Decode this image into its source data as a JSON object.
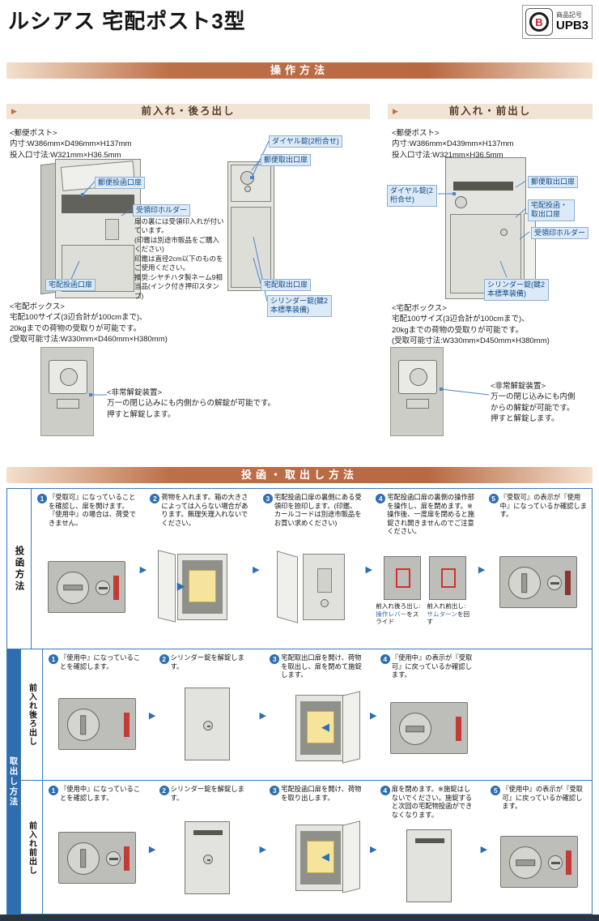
{
  "header": {
    "title": "ルシアス 宅配ポスト3型",
    "badge_label": "商品記号",
    "badge_code": "UPB3",
    "badge_logo": "B"
  },
  "op_title": "操作方法",
  "usage_title": "投函・取出し方法",
  "icons": {
    "section_arrow": "▶",
    "step_arrow": "▶",
    "insert_arrow": "▶",
    "eject_arrow": "◀"
  },
  "colors": {
    "accent_orange": "#b96942",
    "header_beige": "#f2e4d4",
    "blue": "#2e6eb0",
    "label_blue_bg": "#dce9f6",
    "status_red": "#c23b34",
    "package_yellow": "#f6e49c"
  },
  "rear": {
    "title": "前入れ・後ろ出し",
    "post_head": "<郵便ポスト>",
    "post_line1": "内寸:W386mm×D496mm×H137mm",
    "post_line2": "投入口寸法:W321mm×H36.5mm",
    "lbl_dial": "ダイヤル錠(2桁合せ)",
    "lbl_mail_out": "郵便取出口扉",
    "lbl_mail_in": "郵便投函口扉",
    "lbl_stamp": "受領印ホルダー",
    "lbl_parcel_in": "宅配投函口扉",
    "lbl_parcel_out": "宅配取出口扉",
    "lbl_cylinder": "シリンダー錠(鍵2本標準装備)",
    "stamp_note1": "扉の裏には受領印入れが付いています。",
    "stamp_note2": "(印鑑は別途市販品をご購入ください)",
    "stamp_note3": "印鑑は直径2cm以下のものをご使用ください。",
    "stamp_note4": "推奨:シヤチハタ製ネーム9相当品(インク付き押印スタンプ)",
    "box_head": "<宅配ボックス>",
    "box_line1": "宅配100サイズ(3辺合計が100cmまで)、",
    "box_line2": "20kgまでの荷物の受取りが可能です。",
    "box_line3": "(受取可能寸法:W330mm×D460mm×H380mm)",
    "em_head": "<非常解錠装置>",
    "em_line1": "万一の閉じ込みにも内側からの解錠が可能です。",
    "em_line2": "押すと解錠します。"
  },
  "front": {
    "title": "前入れ・前出し",
    "post_head": "<郵便ポスト>",
    "post_line1": "内寸:W386mm×D439mm×H137mm",
    "post_line2": "投入口寸法:W321mm×H36.5mm",
    "lbl_dial": "ダイヤル錠(2桁合せ)",
    "lbl_mail_out": "郵便取出口扉",
    "lbl_parcel_door": "宅配投函・取出口扉",
    "lbl_stamp": "受領印ホルダー",
    "lbl_cylinder": "シリンダー錠(鍵2本標準装備)",
    "box_head": "<宅配ボックス>",
    "box_line1": "宅配100サイズ(3辺合計が100cmまで)、",
    "box_line2": "20kgまでの荷物の受取りが可能です。",
    "box_line3": "(受取可能寸法:W330mm×D450mm×H380mm)",
    "em_head": "<非常解錠装置>",
    "em_line1": "万一の閉じ込みにも内側",
    "em_line2": "からの解錠が可能です。",
    "em_line3": "押すと解錠します。"
  },
  "table": {
    "post_label": "投函方法",
    "retrieve_label": "取出し方法",
    "rear_row_label": "前入れ後ろ出し",
    "front_row_label": "前入れ前出し",
    "post_steps": [
      {
        "num": "1",
        "text": "『受取可』になっていることを確認し、扉を開けます。『使用中』の場合は、荷受できません。"
      },
      {
        "num": "2",
        "text": "荷物を入れます。箱の大きさによっては入らない場合があります。無理矢理入れないでください。"
      },
      {
        "num": "3",
        "text": "宅配投函口扉の裏側にある受領印を捺印します。(印鑑、カールコードは別途市販品をお買い求めください)"
      },
      {
        "num": "4",
        "text": "宅配投函口扉の裏側の操作部を操作し、扉を閉めます。※操作後、一度扉を閉めると施錠され開きませんのでご注意ください。"
      },
      {
        "num": "5",
        "text": "『受取可』の表示が『使用中』になっているか確認します。"
      }
    ],
    "cap_left_title": "前入れ後ろ出し:",
    "cap_left_blue": "操作レバー",
    "cap_left_rest": "をスライド",
    "cap_right_title": "前入れ前出し:",
    "cap_right_blue": "サムターン",
    "cap_right_rest": "を回す",
    "rear_steps": [
      {
        "num": "1",
        "text": "『使用中』になっていることを確認します。"
      },
      {
        "num": "2",
        "text": "シリンダー錠を解錠します。"
      },
      {
        "num": "3",
        "text": "宅配取出口扉を開け、荷物を取出し、扉を閉めて施錠します。"
      },
      {
        "num": "4",
        "text": "『使用中』の表示が『受取可』に戻っているか確認します。"
      }
    ],
    "front_steps": [
      {
        "num": "1",
        "text": "『使用中』になっていることを確認します。"
      },
      {
        "num": "2",
        "text": "シリンダー錠を解錠します。"
      },
      {
        "num": "3",
        "text": "宅配投函口扉を開け、荷物を取り出します。"
      },
      {
        "num": "4",
        "text": "扉を閉めます。※施錠はしないでください。施錠すると次回の宅配物投函ができなくなります。"
      },
      {
        "num": "5",
        "text": "『使用中』の表示が『受取可』に戻っているか確認します。"
      }
    ]
  }
}
